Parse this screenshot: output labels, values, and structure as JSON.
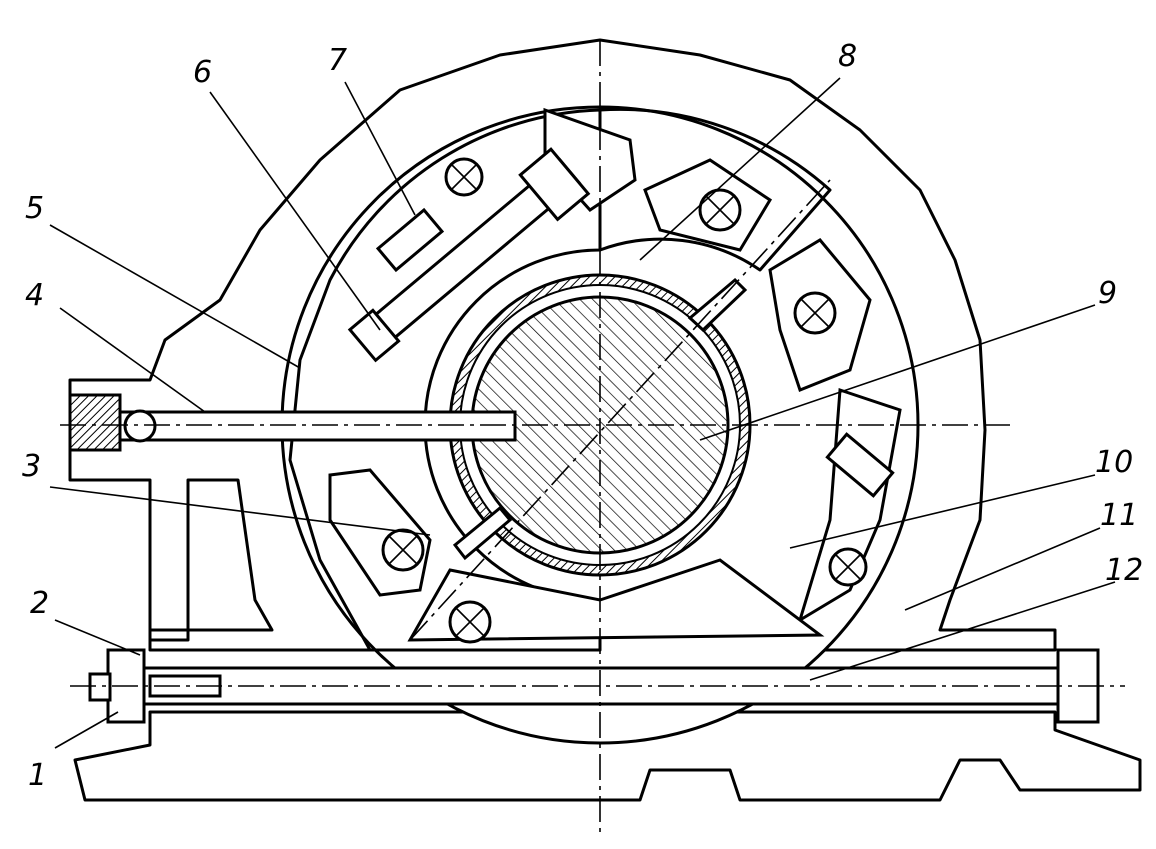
{
  "labels": [
    {
      "id": "1",
      "text": "1"
    },
    {
      "id": "2",
      "text": "2"
    },
    {
      "id": "3",
      "text": "3"
    },
    {
      "id": "4",
      "text": "4"
    },
    {
      "id": "5",
      "text": "5"
    },
    {
      "id": "6",
      "text": "6"
    },
    {
      "id": "7",
      "text": "7"
    },
    {
      "id": "8",
      "text": "8"
    },
    {
      "id": "9",
      "text": "9"
    },
    {
      "id": "10",
      "text": "10"
    },
    {
      "id": "11",
      "text": "11"
    },
    {
      "id": "12",
      "text": "12"
    }
  ]
}
